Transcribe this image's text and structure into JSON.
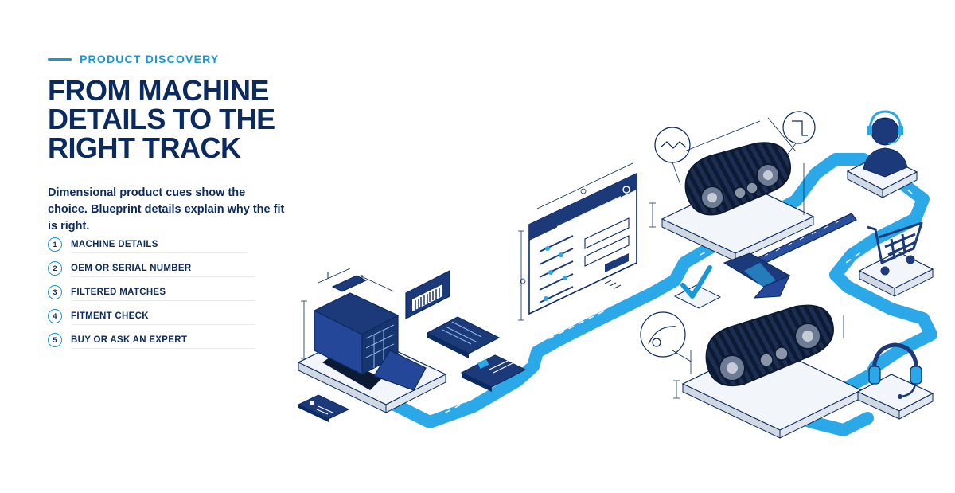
{
  "eyebrow": "PRODUCT DISCOVERY",
  "headline": [
    "FROM MACHINE",
    "DETAILS TO THE",
    "RIGHT TRACK"
  ],
  "subcopy": "Dimensional product cues show the choice. Blueprint details explain why the fit is right.",
  "steps": [
    {
      "number": "1",
      "label": "MACHINE DETAILS"
    },
    {
      "number": "2",
      "label": "OEM OR SERIAL NUMBER"
    },
    {
      "number": "3",
      "label": "FILTERED MATCHES"
    },
    {
      "number": "4",
      "label": "FITMENT CHECK"
    },
    {
      "number": "5",
      "label": "BUY OR ASK AN EXPERT"
    }
  ],
  "colors": {
    "navy": "#0b2a5f",
    "accent": "#1996d6",
    "path": "#2aa8e8"
  },
  "icons": [
    "skid-steer-loader-icon",
    "id-card-icon",
    "barcode-tag-icon",
    "document-icon",
    "search-window-icon",
    "check-mark-icon",
    "rubber-track-icon",
    "caliper-icon",
    "expert-headset-icon",
    "shopping-cart-icon",
    "headset-icon"
  ]
}
